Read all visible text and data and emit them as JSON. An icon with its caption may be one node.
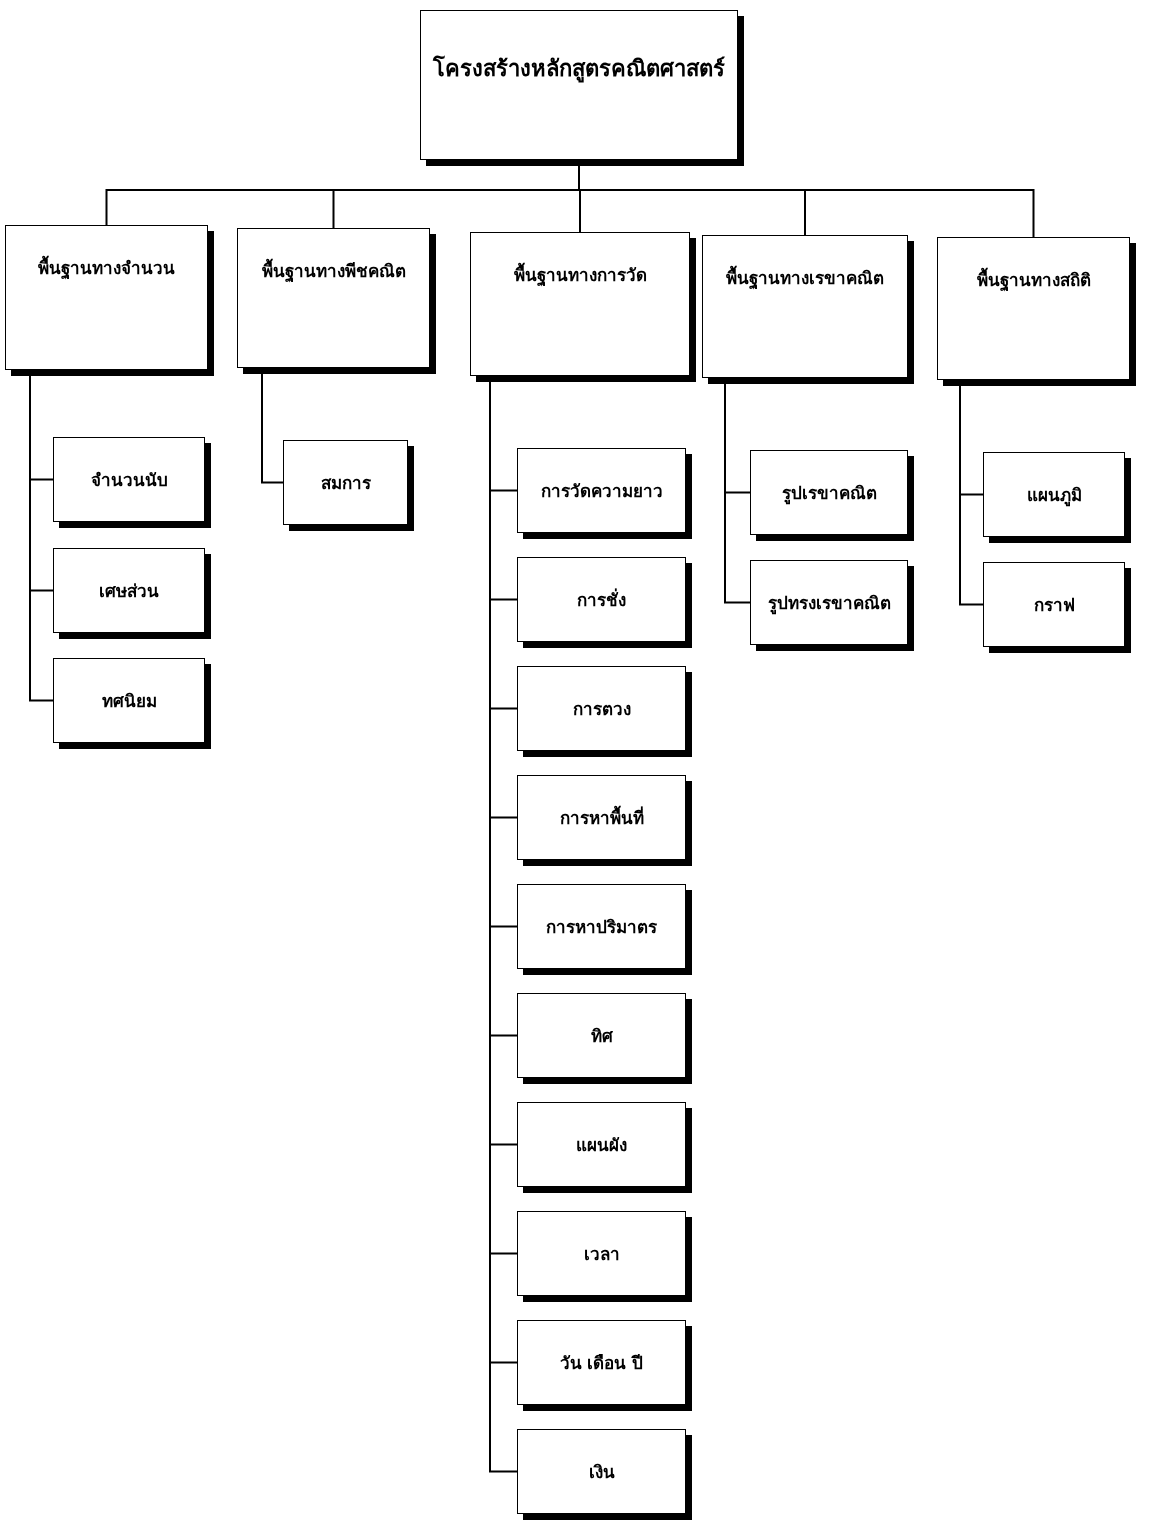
{
  "diagram": {
    "nodes": [
      {
        "text": [
          "โครงสร้างหลักสูตรคณิตศาสตร์"
        ]
      },
      {
        "text": [
          "พื้นฐานทางจำนวน"
        ]
      },
      {
        "text": [
          "พื้นฐานทางพีชคณิต"
        ]
      },
      {
        "text": [
          "พื้นฐานทางการวัด"
        ]
      },
      {
        "text": [
          "พื้นฐานทางเรขาคณิต"
        ]
      },
      {
        "text": [
          "พื้นฐานทางสถิติ"
        ]
      },
      {
        "text": [
          "จำนวนนับ"
        ]
      },
      {
        "text": [
          "เศษส่วน"
        ]
      },
      {
        "text": [
          "ทศนิยม"
        ]
      },
      {
        "text": [
          "สมการ"
        ]
      },
      {
        "text": [
          "การวัดความยาว"
        ]
      },
      {
        "text": [
          "การชั่ง"
        ]
      },
      {
        "text": [
          "การตวง"
        ]
      },
      {
        "text": [
          "การหาพื้นที่"
        ]
      },
      {
        "text": [
          "การหาปริมาตร"
        ]
      },
      {
        "text": [
          "ทิศ"
        ]
      },
      {
        "text": [
          "แผนผัง"
        ]
      },
      {
        "text": [
          "เวลา"
        ]
      },
      {
        "text": [
          "วัน เดือน ปี"
        ]
      },
      {
        "text": [
          "เงิน"
        ]
      },
      {
        "text": [
          "รูปเรขาคณิต"
        ]
      },
      {
        "text": [
          "รูปทรงเรขาคณิต"
        ]
      },
      {
        "text": [
          "แผนภูมิ"
        ]
      },
      {
        "text": [
          "กราฟ"
        ]
      }
    ],
    "edges": [
      {
        "from": 0,
        "to": 1,
        "arrow": "none"
      },
      {
        "from": 0,
        "to": 2,
        "arrow": "none"
      },
      {
        "from": 0,
        "to": 3,
        "arrow": "none"
      },
      {
        "from": 0,
        "to": 4,
        "arrow": "none"
      },
      {
        "from": 0,
        "to": 5,
        "arrow": "none"
      },
      {
        "from": 1,
        "to": 6,
        "arrow": "none"
      },
      {
        "from": 1,
        "to": 7,
        "arrow": "none"
      },
      {
        "from": 1,
        "to": 8,
        "arrow": "none"
      },
      {
        "from": 2,
        "to": 9,
        "arrow": "none"
      },
      {
        "from": 3,
        "to": 10,
        "arrow": "none"
      },
      {
        "from": 3,
        "to": 11,
        "arrow": "none"
      },
      {
        "from": 3,
        "to": 12,
        "arrow": "none"
      },
      {
        "from": 3,
        "to": 13,
        "arrow": "none"
      },
      {
        "from": 3,
        "to": 14,
        "arrow": "none"
      },
      {
        "from": 3,
        "to": 15,
        "arrow": "none"
      },
      {
        "from": 3,
        "to": 16,
        "arrow": "none"
      },
      {
        "from": 3,
        "to": 17,
        "arrow": "none"
      },
      {
        "from": 3,
        "to": 18,
        "arrow": "none"
      },
      {
        "from": 3,
        "to": 19,
        "arrow": "none"
      },
      {
        "from": 4,
        "to": 20,
        "arrow": "none"
      },
      {
        "from": 4,
        "to": 21,
        "arrow": "none"
      },
      {
        "from": 5,
        "to": 22,
        "arrow": "none"
      },
      {
        "from": 5,
        "to": 23,
        "arrow": "none"
      }
    ]
  }
}
